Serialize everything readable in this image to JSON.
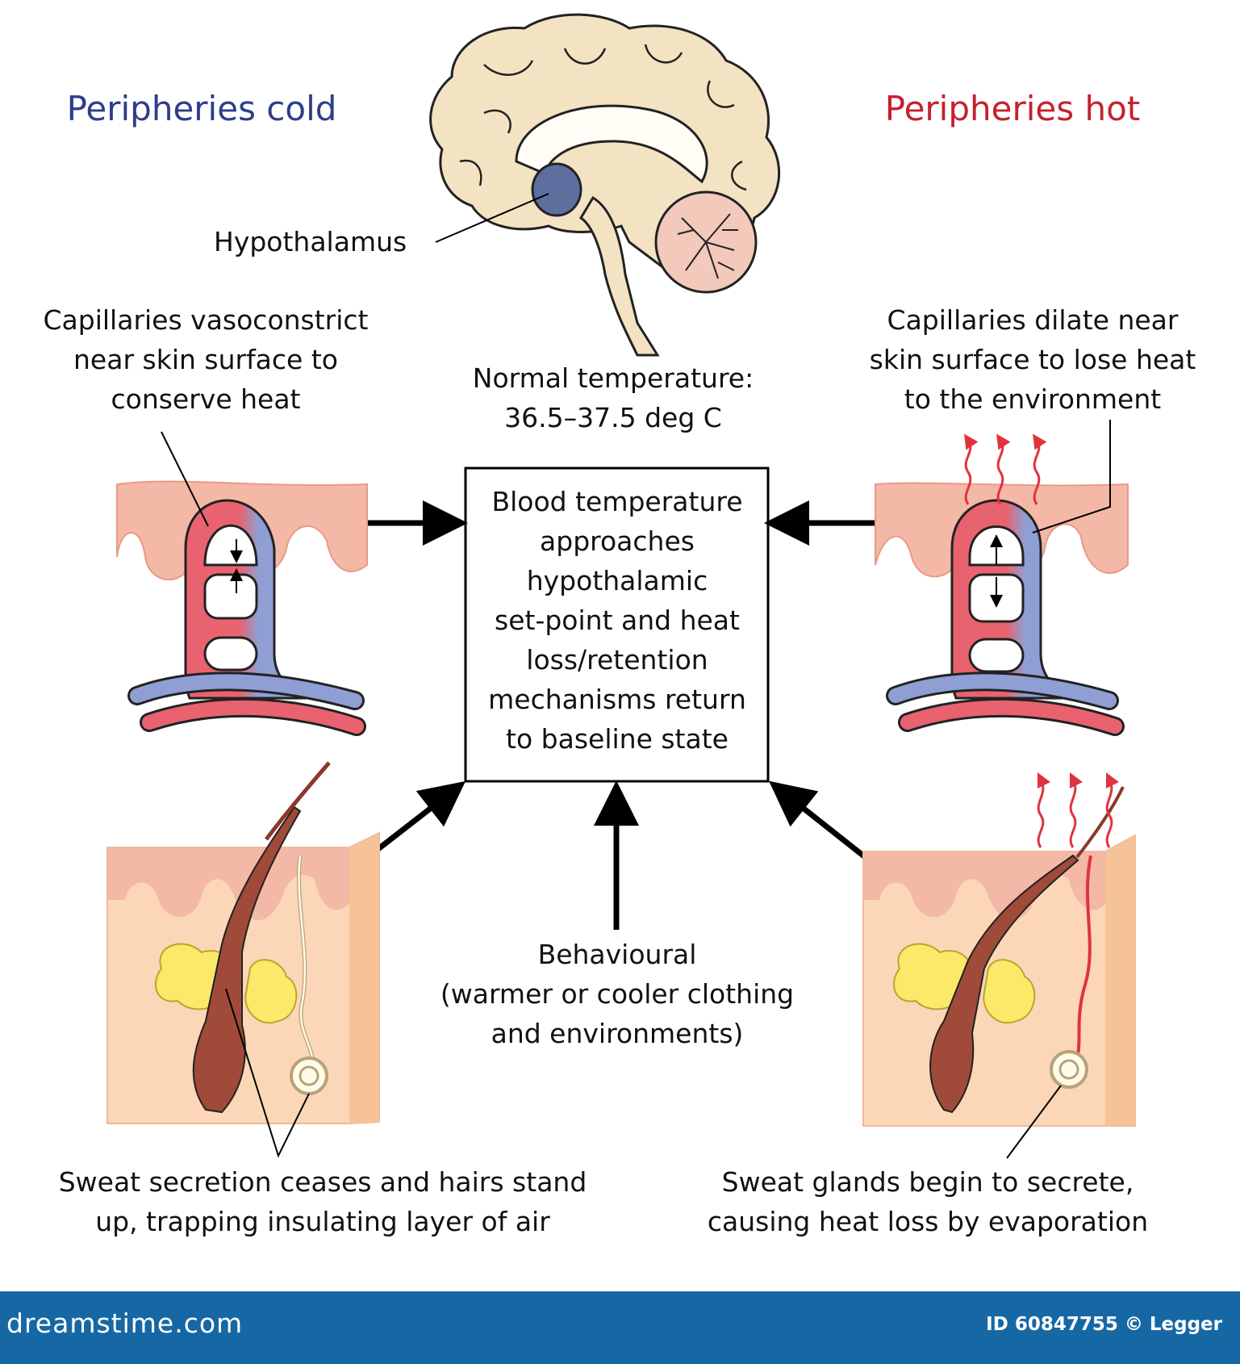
{
  "titles": {
    "cold": "Peripheries cold",
    "hot": "Peripheries hot"
  },
  "labels": {
    "hypothalamus": "Hypothalamus",
    "normal_temp": [
      "Normal temperature:",
      "36.5–37.5 deg C"
    ],
    "vasoconstrict": [
      "Capillaries vasoconstrict",
      "near skin surface to",
      "conserve heat"
    ],
    "dilate": [
      "Capillaries dilate near",
      "skin surface to lose heat",
      "to the environment"
    ],
    "center_box": [
      "Blood temperature",
      "approaches",
      "hypothalamic",
      "set-point and heat",
      "loss/retention",
      "mechanisms return",
      "to baseline state"
    ],
    "behavioural": [
      "Behavioural",
      "(warmer or cooler clothing",
      "and environments)"
    ],
    "sweat_ceases": [
      "Sweat secretion ceases and hairs stand",
      "up, trapping insulating layer of air"
    ],
    "sweat_secrete": [
      "Sweat glands begin to secrete,",
      "causing heat loss by evaporation"
    ]
  },
  "footer": {
    "logo": "dreamstime.com",
    "id_text": "ID 60847755 © Legger"
  },
  "colors": {
    "cold_title": "#2e3d8a",
    "hot_title": "#c6202f",
    "skin": "#f4b8a6",
    "skin_deep": "#fbd7b8",
    "artery": "#e8636f",
    "vein": "#8f9fd4",
    "brain": "#f3e3c3",
    "hypothalamus": "#5d6e9f",
    "footer_bg": "#1668a5"
  }
}
